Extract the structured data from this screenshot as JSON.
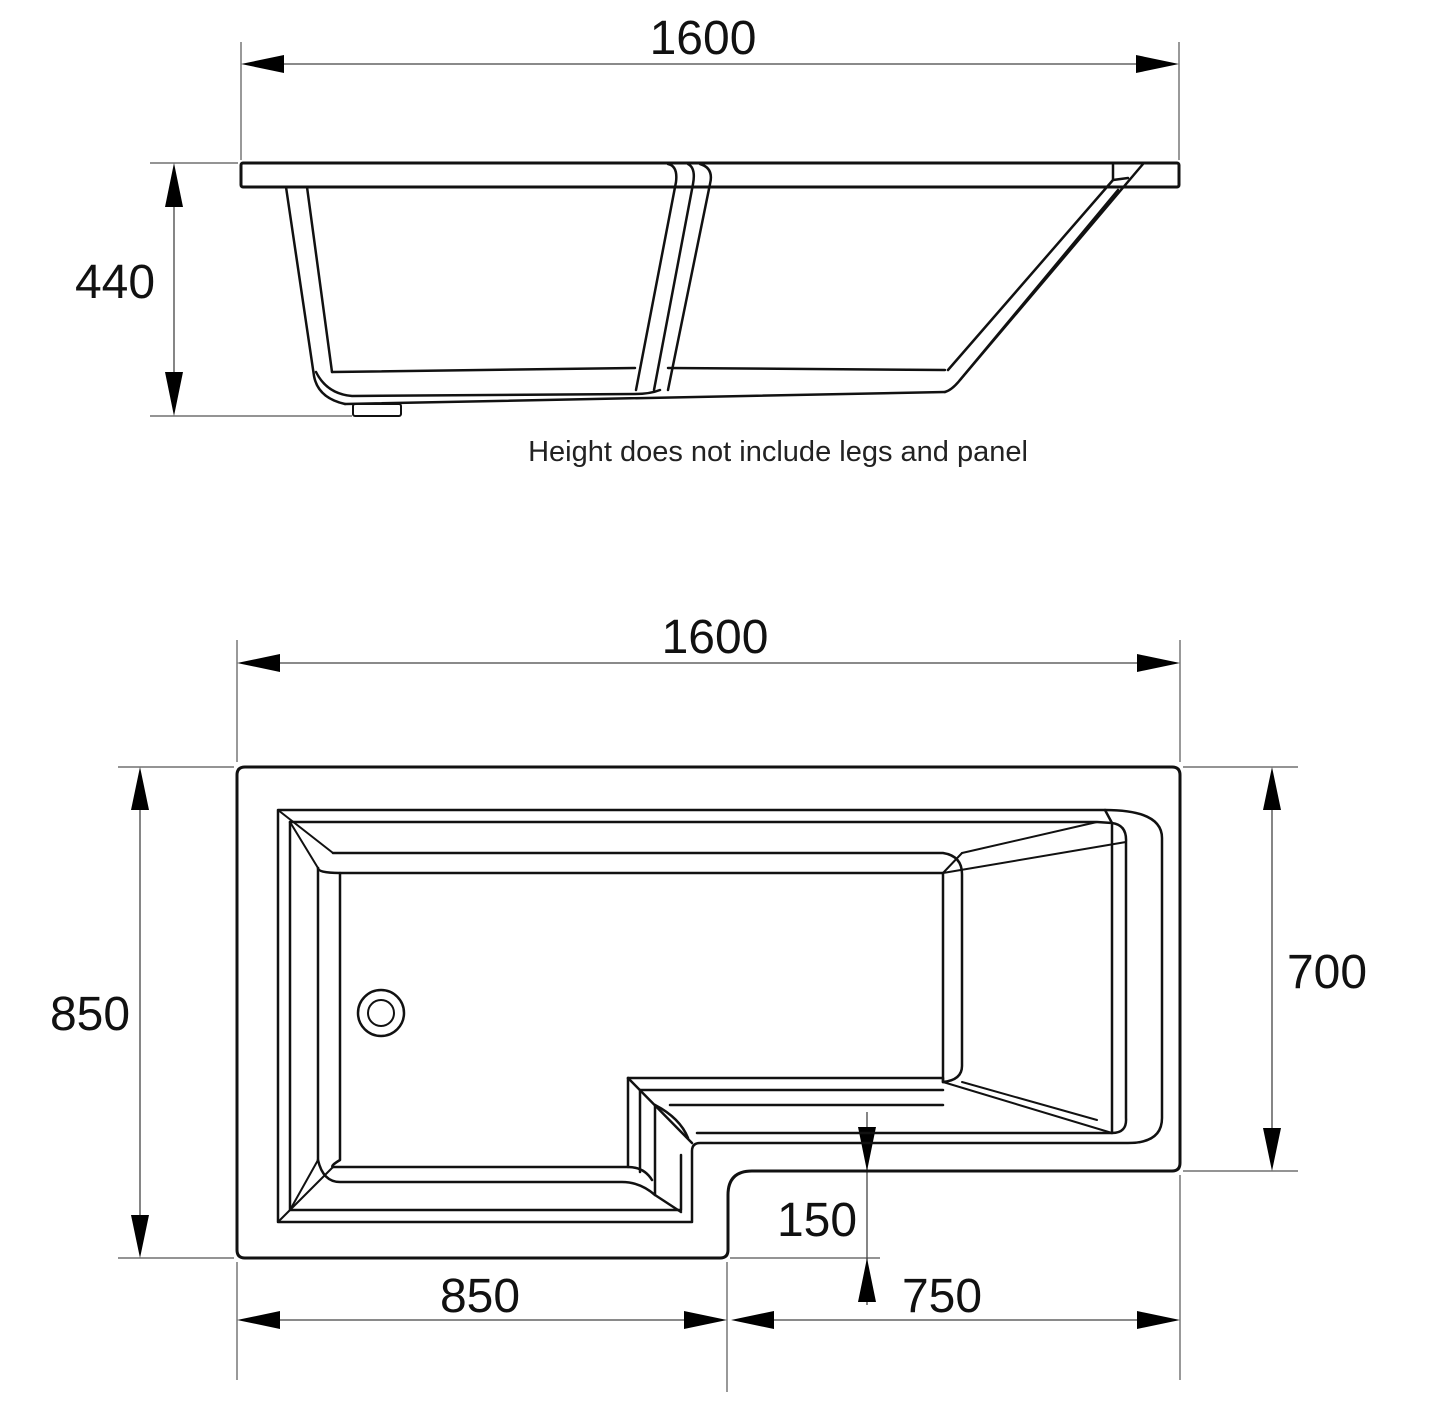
{
  "side_view": {
    "width_label": "1600",
    "height_label": "440",
    "note": "Height does not include legs and panel"
  },
  "plan_view": {
    "width_label": "1600",
    "overall_depth_label": "850",
    "shower_end_depth_label": "700",
    "step_label": "150",
    "left_section_label": "850",
    "right_section_label": "750"
  },
  "colors": {
    "line": "#111111",
    "dimension": "#444444",
    "background": "#ffffff"
  }
}
